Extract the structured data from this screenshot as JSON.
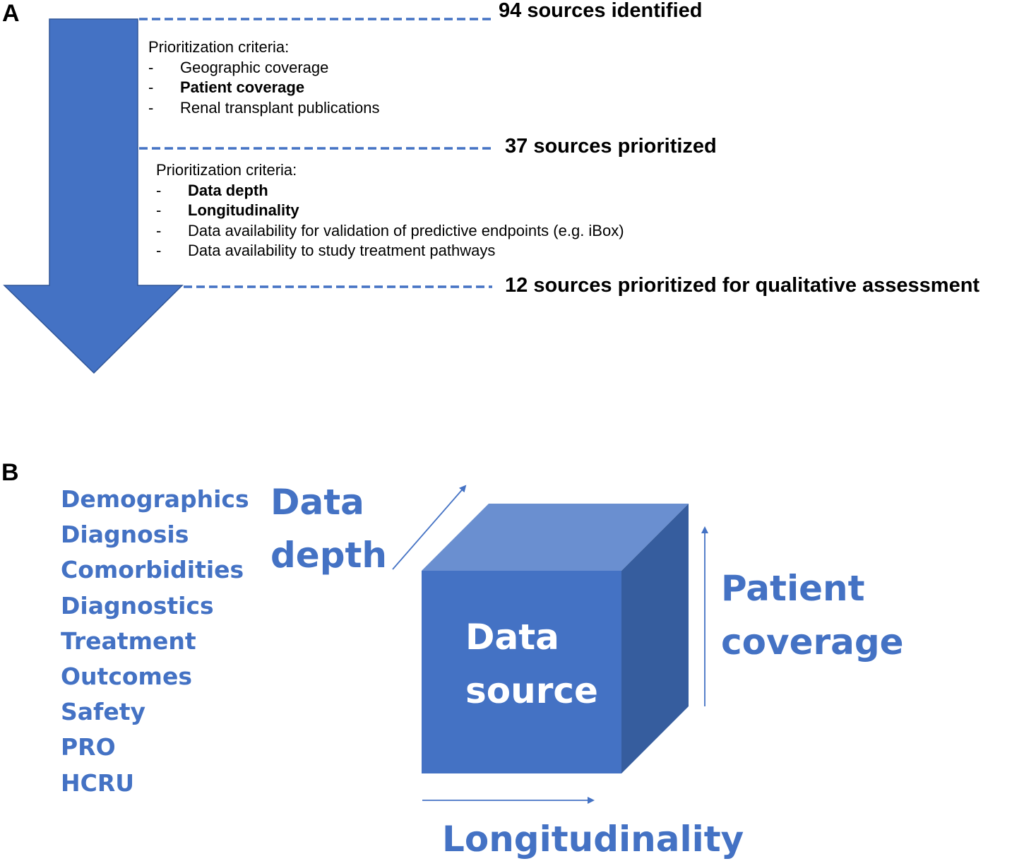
{
  "panel_a": {
    "label": "A",
    "stages": [
      "94 sources identified",
      "37 sources prioritized",
      "12 sources prioritized for qualitative assessment"
    ],
    "criteria_1": {
      "heading": "Prioritization criteria:",
      "items": [
        "Geographic coverage",
        "Patient coverage",
        "Renal transplant publications"
      ]
    },
    "criteria_2": {
      "heading": "Prioritization criteria:",
      "items": [
        "Data depth",
        "Longitudinality",
        "Data availability for validation of predictive endpoints (e.g. iBox)",
        "Data availability to study treatment pathways"
      ]
    }
  },
  "panel_b": {
    "label": "B",
    "categories": [
      "Demographics",
      "Diagnosis",
      "Comorbidities",
      "Diagnostics",
      "Treatment",
      "Outcomes",
      "Safety",
      "PRO",
      "HCRU"
    ],
    "depth_label_line1": "Data",
    "depth_label_line2": "depth",
    "cube_label_line1": "Data",
    "cube_label_line2": "source",
    "coverage_label_line1": "Patient",
    "coverage_label_line2": "coverage",
    "longitudinality_label": "Longitudinality"
  },
  "colors": {
    "blue": "#4472c4",
    "cube_top": "#6a8fd0",
    "cube_side": "#365d9e",
    "text": "#000000"
  }
}
